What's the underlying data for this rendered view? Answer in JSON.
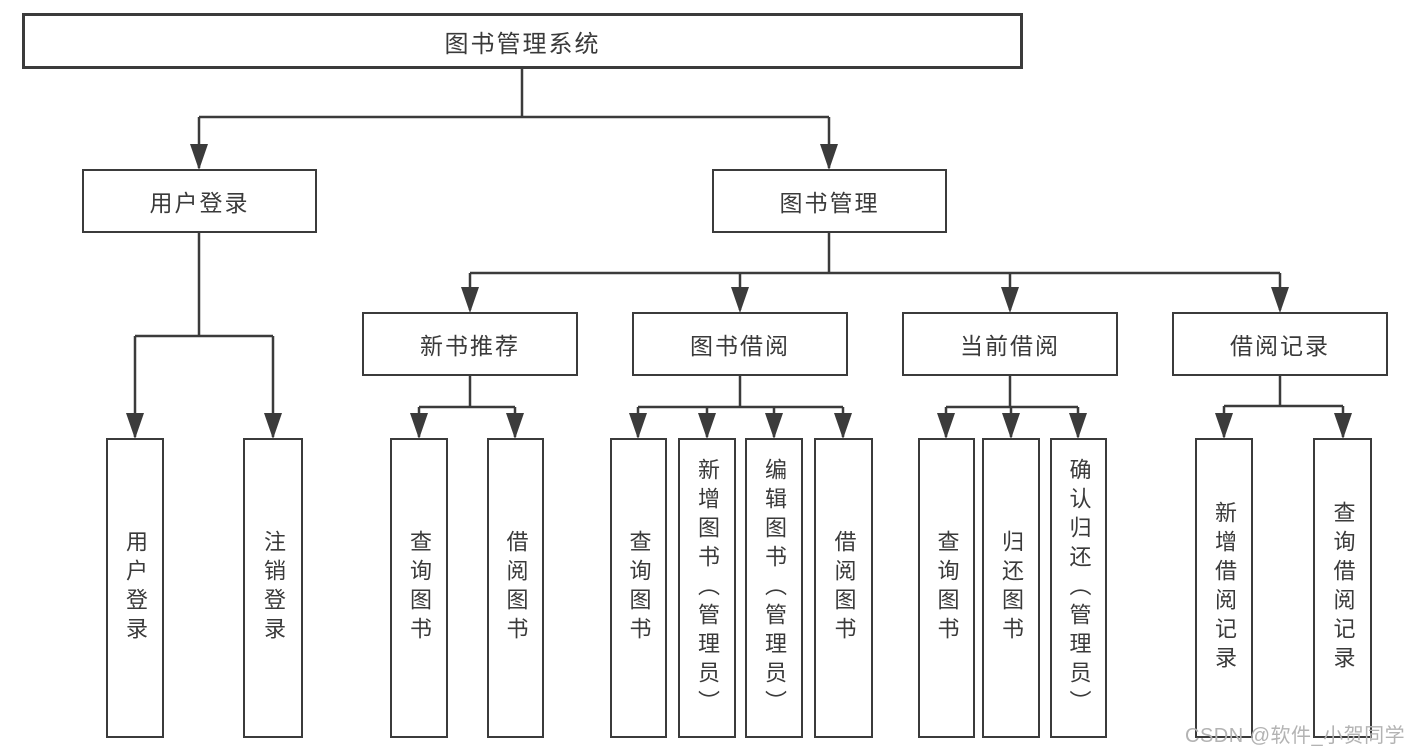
{
  "root": {
    "label": "图书管理系统"
  },
  "level2": {
    "login": {
      "label": "用户登录"
    },
    "management": {
      "label": "图书管理"
    }
  },
  "level3": {
    "recommend": {
      "label": "新书推荐"
    },
    "borrow": {
      "label": "图书借阅"
    },
    "current": {
      "label": "当前借阅"
    },
    "records": {
      "label": "借阅记录"
    }
  },
  "leaves": {
    "login": [
      {
        "label": "用户登录"
      },
      {
        "label": "注销登录"
      }
    ],
    "recommend": [
      {
        "label": "查询图书"
      },
      {
        "label": "借阅图书"
      }
    ],
    "borrow": [
      {
        "label": "查询图书"
      },
      {
        "label": "新增图书（管理员）"
      },
      {
        "label": "编辑图书（管理员）"
      },
      {
        "label": "借阅图书"
      }
    ],
    "current": [
      {
        "label": "查询图书"
      },
      {
        "label": "归还图书"
      },
      {
        "label": "确认归还（管理员）"
      }
    ],
    "records": [
      {
        "label": "新增借阅记录"
      },
      {
        "label": "查询借阅记录"
      }
    ]
  },
  "watermark": {
    "text": "CSDN @软件_小贺同学"
  },
  "colors": {
    "line": "#3b3b3b",
    "border": "#3b3b3b",
    "text": "#3a3a3a",
    "watermark": "#b3b3b3",
    "background": "#ffffff"
  }
}
